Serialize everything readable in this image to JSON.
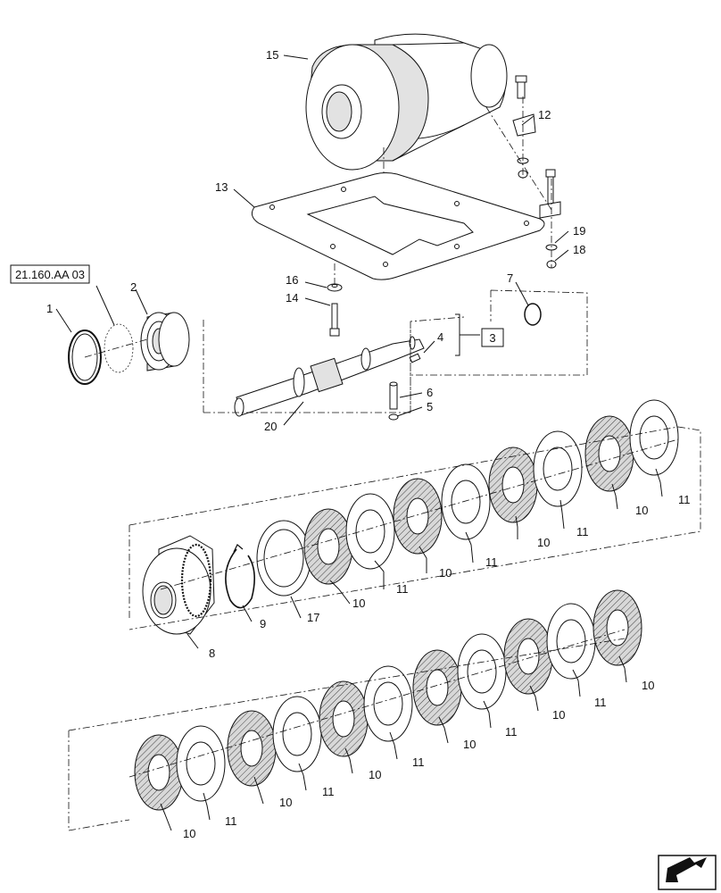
{
  "reference_box": "21.160.AA 03",
  "callouts": {
    "p1": "1",
    "p2": "2",
    "p3": "3",
    "p4": "4",
    "p5": "5",
    "p6": "6",
    "p7": "7",
    "p8": "8",
    "p9": "9",
    "p12": "12",
    "p13": "13",
    "p14": "14",
    "p15": "15",
    "p16": "16",
    "p17": "17",
    "p18": "18",
    "p19": "19",
    "p20": "20",
    "p10": "10",
    "p11": "11"
  },
  "nav_icon": "next-page-arrow-icon"
}
